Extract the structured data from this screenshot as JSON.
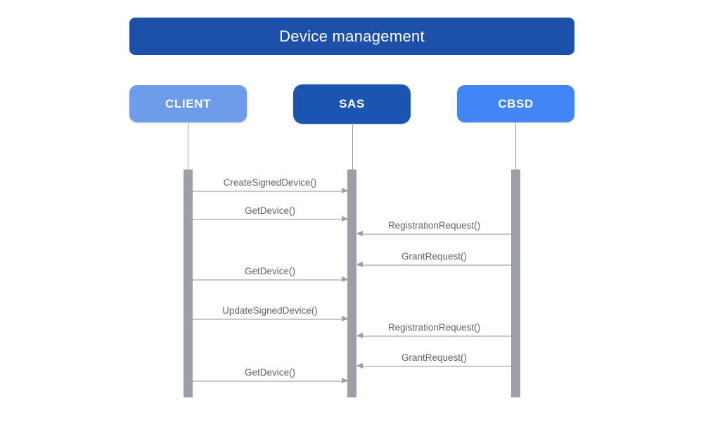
{
  "title": "Device management",
  "actors": [
    {
      "id": "client",
      "label": "CLIENT",
      "color": "#6d9ceb"
    },
    {
      "id": "sas",
      "label": "SAS",
      "color": "#1b55b2"
    },
    {
      "id": "cbsd",
      "label": "CBSD",
      "color": "#4285f4"
    }
  ],
  "messages": [
    {
      "label": "CreateSignedDevice()",
      "from": "CLIENT",
      "to": "SAS"
    },
    {
      "label": "GetDevice()",
      "from": "CLIENT",
      "to": "SAS"
    },
    {
      "label": "RegistrationRequest()",
      "from": "CBSD",
      "to": "SAS"
    },
    {
      "label": "GrantRequest()",
      "from": "CBSD",
      "to": "SAS"
    },
    {
      "label": "GetDevice()",
      "from": "CLIENT",
      "to": "SAS"
    },
    {
      "label": "UpdateSignedDevice()",
      "from": "CLIENT",
      "to": "SAS"
    },
    {
      "label": "RegistrationRequest()",
      "from": "CBSD",
      "to": "SAS"
    },
    {
      "label": "GrantRequest()",
      "from": "CBSD",
      "to": "SAS"
    },
    {
      "label": "GetDevice()",
      "from": "CLIENT",
      "to": "SAS"
    }
  ],
  "colors": {
    "title_bg": "#1d50a8",
    "client_bg": "#6d9ceb",
    "sas_bg": "#1b55b2",
    "cbsd_bg": "#4285f4",
    "message_text": "#5f6368",
    "message_line": "#c6c9cc",
    "arrowhead": "#9aa0a6",
    "activation_bar": "#9aa0a6",
    "background": "#ffffff"
  }
}
